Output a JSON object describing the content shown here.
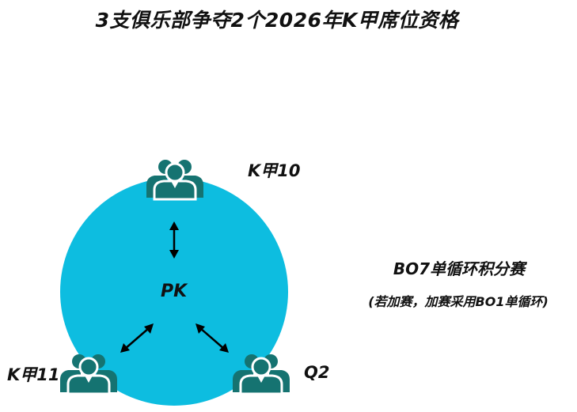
{
  "title": "3支俱乐部争夺2个2026年K甲席位资格",
  "teams": {
    "top": "K甲10",
    "left": "K甲11",
    "right": "Q2"
  },
  "center_label": "PK",
  "format": {
    "main": "BO7单循环积分赛",
    "note": "(若加赛，加赛采用BO1单循环)"
  },
  "colors": {
    "circle": "#0dbde0",
    "team_icon": "#157371",
    "arrow": "#000000",
    "text": "#111111"
  },
  "icons": {
    "team": "people-group-icon",
    "arrow": "double-headed-arrow-icon"
  }
}
